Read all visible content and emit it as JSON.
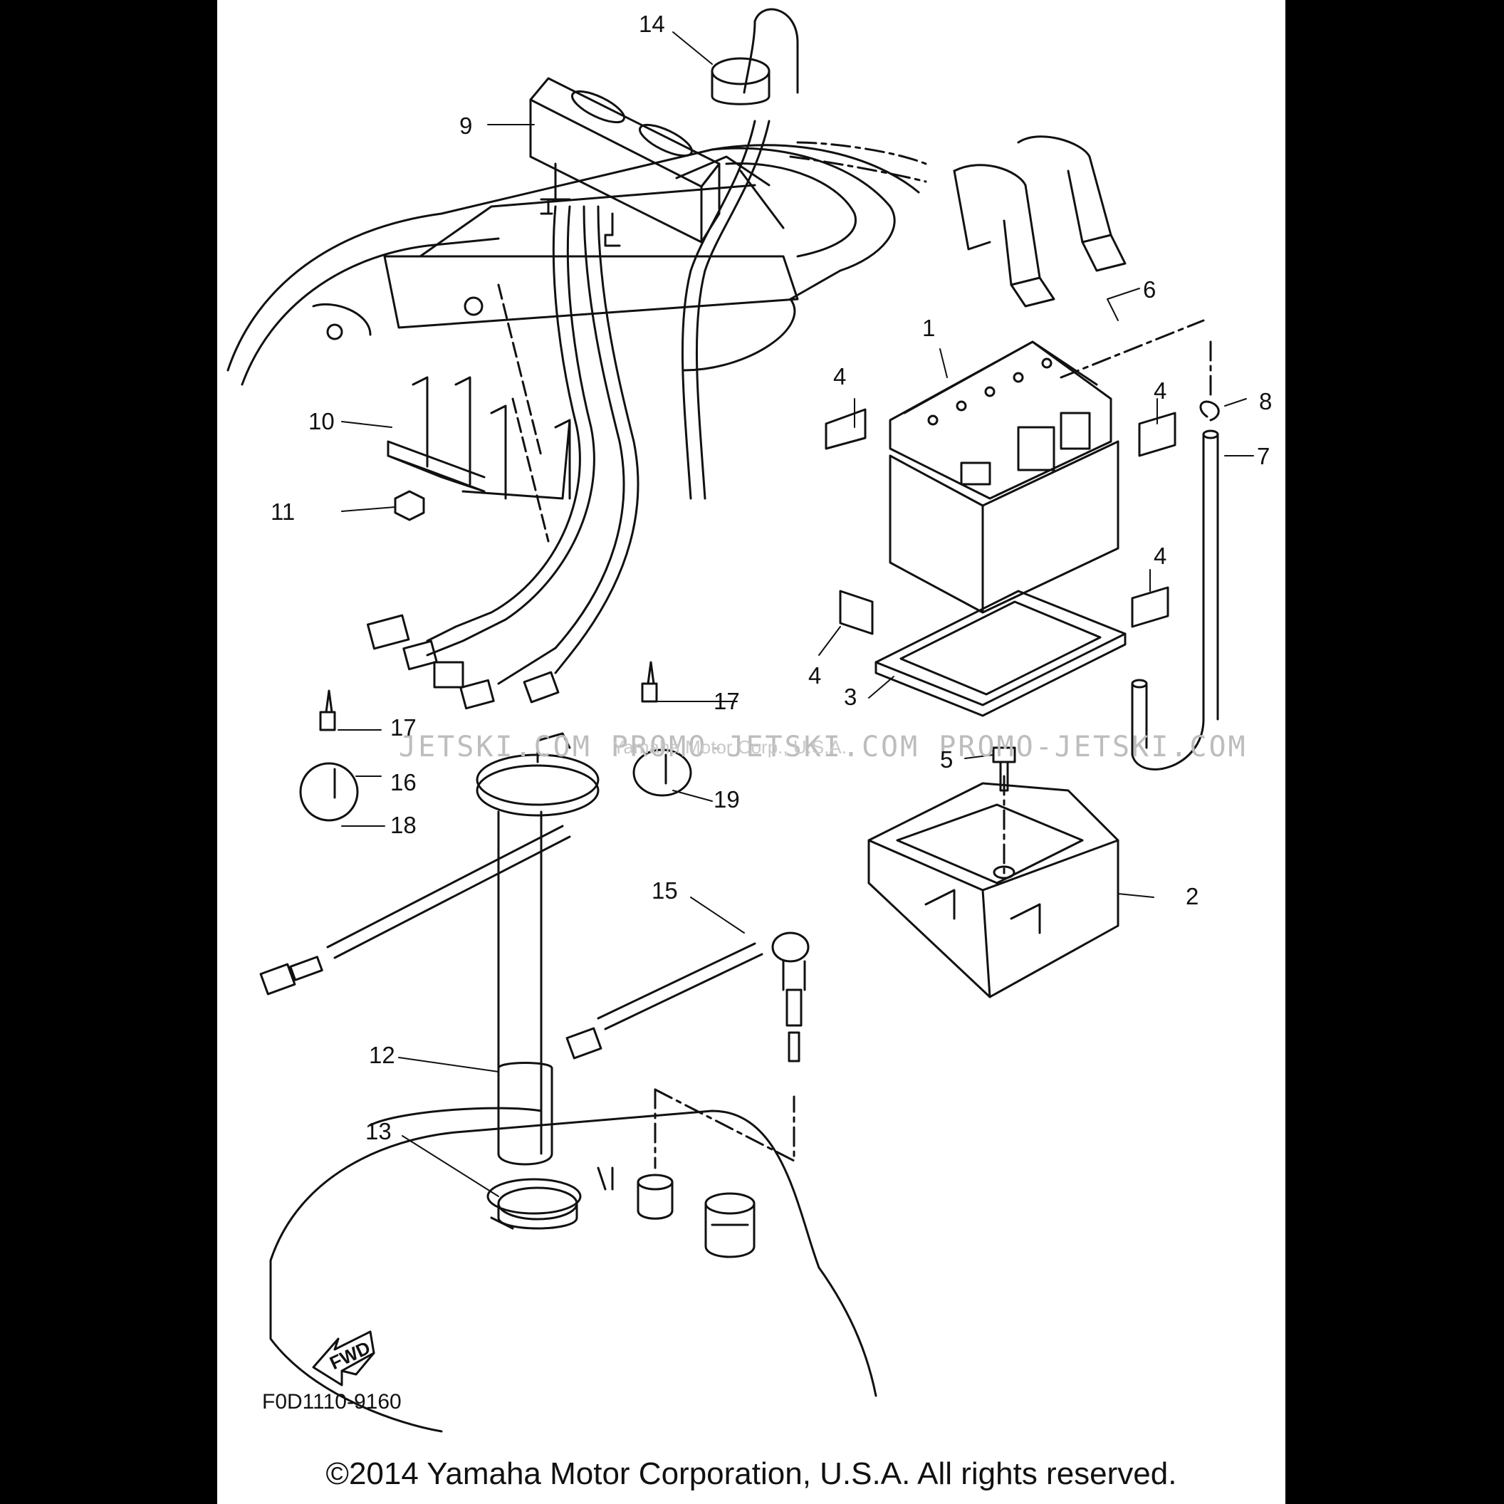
{
  "diagram": {
    "callouts": [
      {
        "id": "1",
        "label": "1"
      },
      {
        "id": "2",
        "label": "2"
      },
      {
        "id": "3",
        "label": "3"
      },
      {
        "id": "4",
        "label": "4"
      },
      {
        "id": "5",
        "label": "5"
      },
      {
        "id": "6",
        "label": "6"
      },
      {
        "id": "7",
        "label": "7"
      },
      {
        "id": "8",
        "label": "8"
      },
      {
        "id": "9",
        "label": "9"
      },
      {
        "id": "10",
        "label": "10"
      },
      {
        "id": "11",
        "label": "11"
      },
      {
        "id": "12",
        "label": "12"
      },
      {
        "id": "13",
        "label": "13"
      },
      {
        "id": "14",
        "label": "14"
      },
      {
        "id": "15",
        "label": "15"
      },
      {
        "id": "16",
        "label": "16"
      },
      {
        "id": "17",
        "label": "17"
      },
      {
        "id": "18",
        "label": "18"
      },
      {
        "id": "19",
        "label": "19"
      }
    ],
    "fwd_label": "FWD",
    "diagram_code": "F0D1110-9160",
    "watermark": "JETSKI.COM  PROMO-JETSKI.COM  PROMO-JETSKI.COM",
    "watermark_small": "Yamaha Motor Corp., U.S.A."
  },
  "footer": {
    "copyright": "©2014 Yamaha Motor Corporation, U.S.A. All rights reserved."
  }
}
